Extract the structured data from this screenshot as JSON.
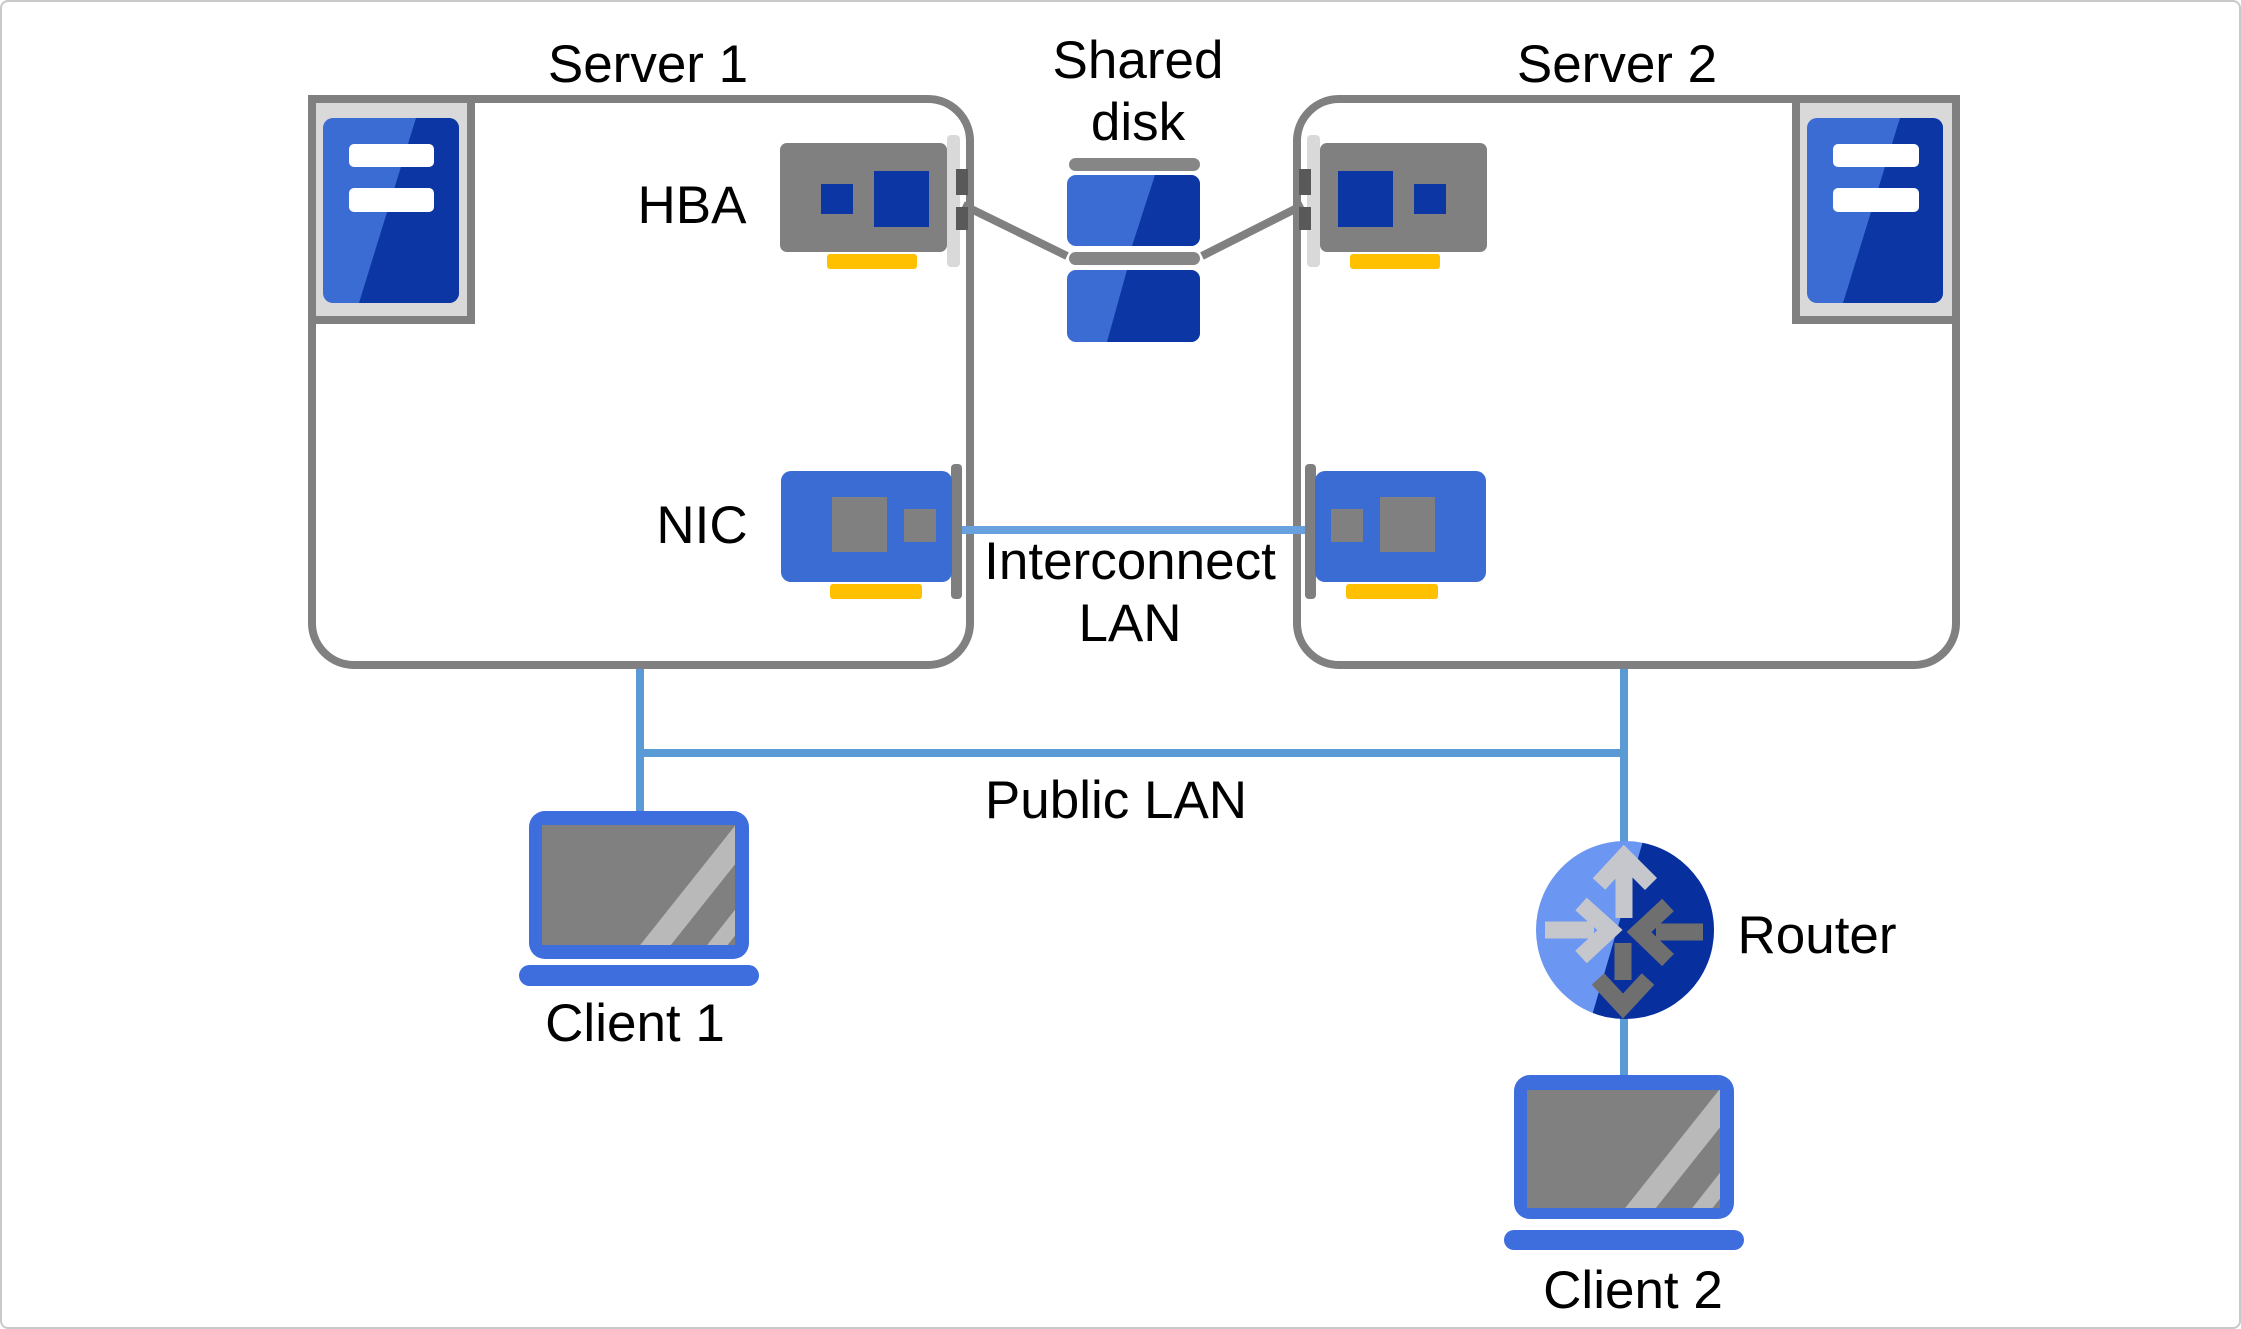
{
  "diagram": {
    "nodes": {
      "server1": {
        "label": "Server 1"
      },
      "server2": {
        "label": "Server 2"
      },
      "shared_disk": {
        "label_line1": "Shared",
        "label_line2": "disk"
      },
      "hba": {
        "label": "HBA"
      },
      "nic": {
        "label": "NIC"
      },
      "router": {
        "label": "Router"
      },
      "client1": {
        "label": "Client 1"
      },
      "client2": {
        "label": "Client 2"
      }
    },
    "links": {
      "interconnect": {
        "label_line1": "Interconnect",
        "label_line2": "LAN"
      },
      "public_lan": {
        "label": "Public LAN"
      }
    }
  },
  "icons": [
    "server-tower-icon",
    "hba-card-icon",
    "nic-card-icon",
    "shared-disk-icon",
    "router-icon",
    "laptop-icon"
  ],
  "palette": {
    "outline_gray": "#808080",
    "light_gray": "#d9d9d9",
    "pin_dark_gray": "#595959",
    "chip_gray": "#808080",
    "nic_bracket_gray": "#7f7f7f",
    "disk_bar_gray": "#868686",
    "card_yellow": "#ffc000",
    "blue_mid": "#3a6cd3",
    "blue_dark": "#0b36a3",
    "laptop_blue": "#3e6ede",
    "screen_gray": "#808080",
    "screen_stripe": "#b9b9b9",
    "public_lan_blue": "#5b9bd5",
    "interconnect_blue": "#68a1dd",
    "router_light_blue": "#6b96f1",
    "router_dark_blue": "#082f9e",
    "arrow_light": "#c5c7cc",
    "arrow_dark": "#6f6f6f",
    "canvas_border": "#c9c9c9",
    "text_color": "#000000"
  }
}
